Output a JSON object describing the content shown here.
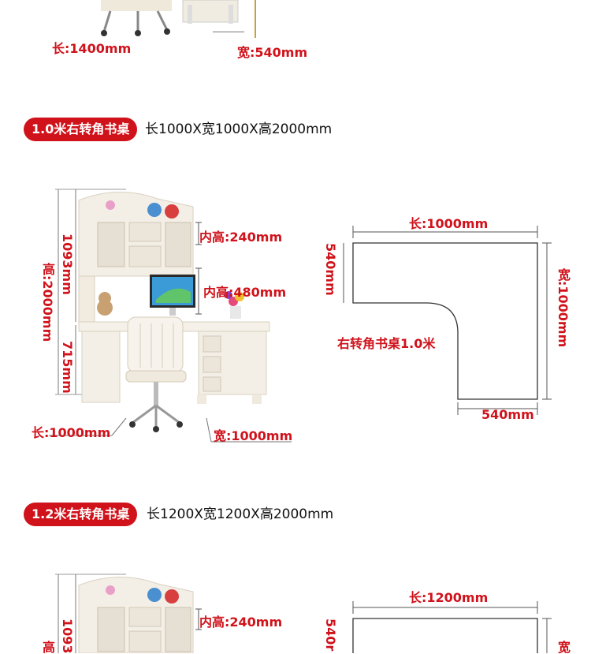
{
  "top": {
    "length_label": "长:1400mm",
    "width_label": "宽:540mm"
  },
  "sections": [
    {
      "badge": "1.0米右转角书桌",
      "spec": "长1000X宽1000X高2000mm",
      "photo": {
        "total_height": "高:2000mm",
        "hutch_height": "1093mm",
        "desk_height": "715mm",
        "inner_top": "内高:240mm",
        "inner_mid": "内高:480mm",
        "length": "长:1000mm",
        "width": "宽:1000mm"
      },
      "plan": {
        "top_len": "长:1000mm",
        "left_depth": "540mm",
        "right_width": "宽:1000mm",
        "bottom_depth": "540mm",
        "caption": "右转角书桌1.0米"
      }
    },
    {
      "badge": "1.2米右转角书桌",
      "spec": "长1200X宽1200X高2000mm",
      "photo": {
        "total_height": "高",
        "hutch_height": "1093",
        "inner_top": "内高:240mm"
      },
      "plan": {
        "top_len": "长:1200mm",
        "left_depth": "540r",
        "right_width": "宽"
      }
    }
  ],
  "colors": {
    "accent": "#d0121b",
    "furniture": "#f4efe6",
    "line": "#555555"
  }
}
